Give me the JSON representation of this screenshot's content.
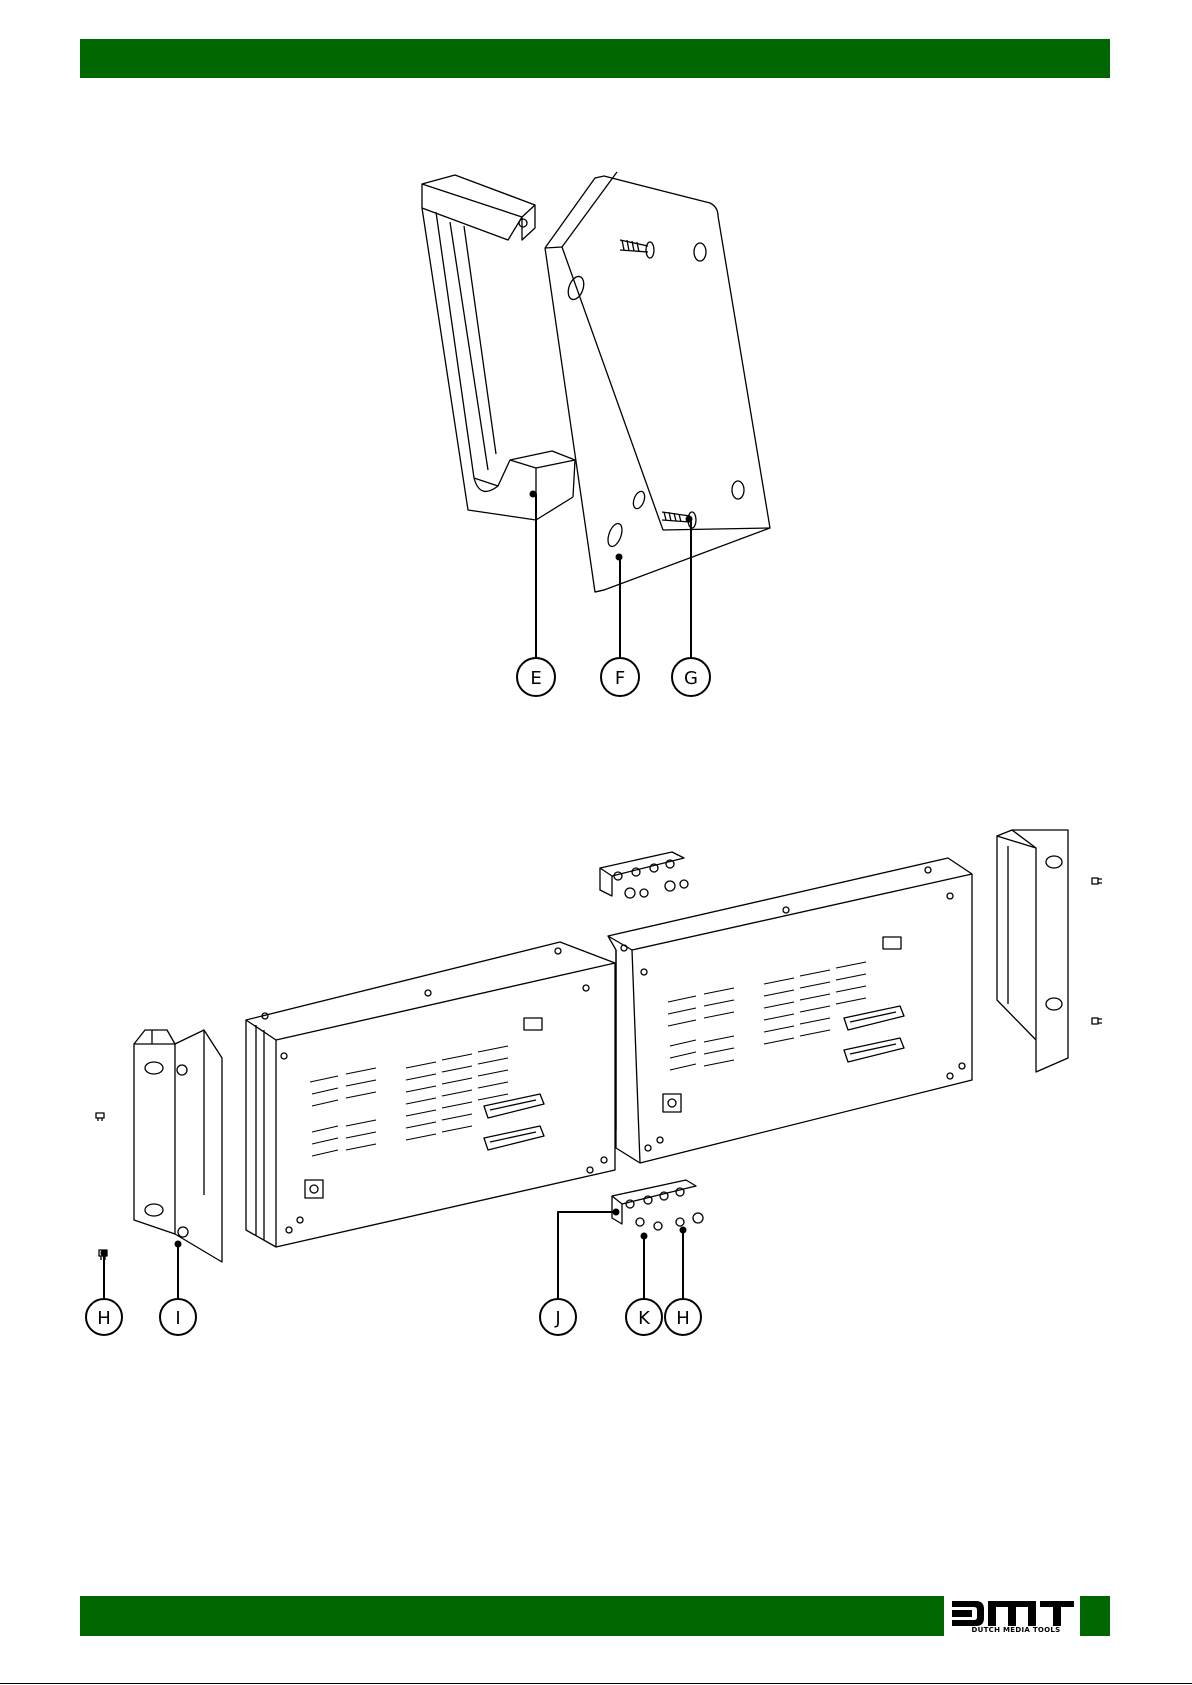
{
  "colors": {
    "bar": "#006600"
  },
  "header": {
    "bar": ""
  },
  "figure1": {
    "callouts": [
      {
        "label": "E"
      },
      {
        "label": "F"
      },
      {
        "label": "G"
      }
    ]
  },
  "figure2": {
    "callouts": [
      {
        "label": "H"
      },
      {
        "label": "I"
      },
      {
        "label": "J"
      },
      {
        "label": "K"
      },
      {
        "label": "H"
      }
    ]
  },
  "footer": {
    "logo": {
      "wordmark": "DMT",
      "tagline": "DUTCH MEDIA TOOLS"
    }
  }
}
